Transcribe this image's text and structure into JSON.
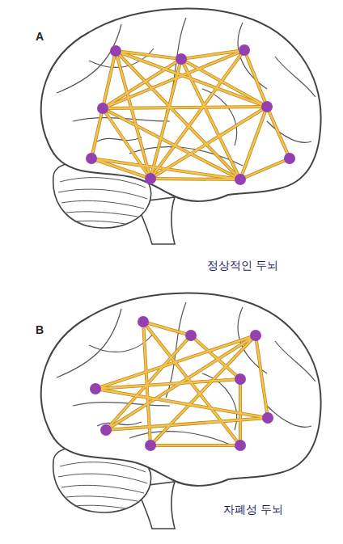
{
  "diagram": {
    "labels": [
      "A",
      "정상적인 두뇌",
      "B",
      "자폐성 두뇌"
    ]
  }
}
